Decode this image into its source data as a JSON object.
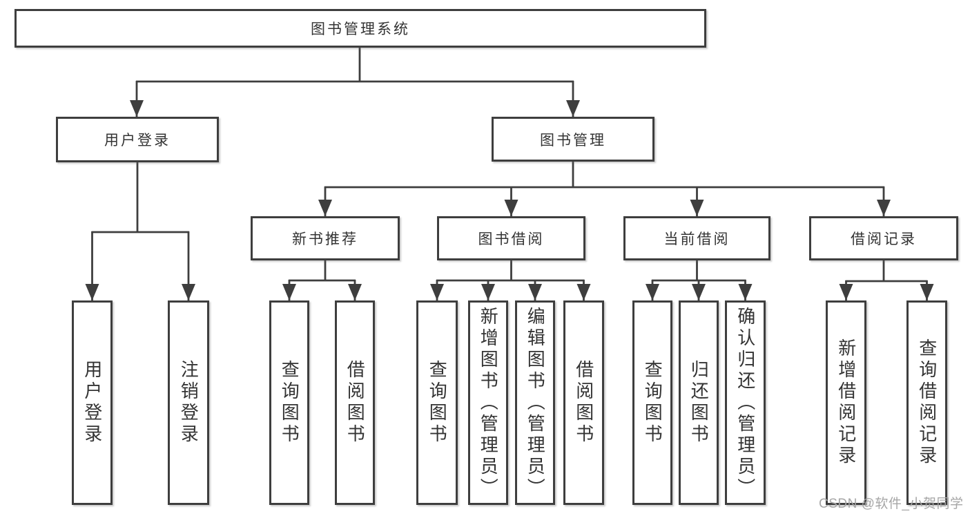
{
  "root": {
    "label": "图书管理系统"
  },
  "level2": {
    "user_login": {
      "label": "用户登录"
    },
    "book_management": {
      "label": "图书管理"
    }
  },
  "level3": {
    "new_book_recommend": {
      "label": "新书推荐"
    },
    "book_borrow": {
      "label": "图书借阅"
    },
    "current_borrow": {
      "label": "当前借阅"
    },
    "borrow_records": {
      "label": "借阅记录"
    }
  },
  "leaves": {
    "user_login": {
      "label": "用户登录"
    },
    "logout": {
      "label": "注销登录"
    },
    "recommend_query_books": {
      "label": "查询图书"
    },
    "recommend_borrow_books": {
      "label": "借阅图书"
    },
    "borrow_query_books": {
      "label": "查询图书"
    },
    "add_book_admin": {
      "label": "新增图书（管理员）"
    },
    "edit_book_admin": {
      "label": "编辑图书（管理员）"
    },
    "borrow_borrow_books": {
      "label": "借阅图书"
    },
    "current_query_books": {
      "label": "查询图书"
    },
    "return_books": {
      "label": "归还图书"
    },
    "confirm_return_admin": {
      "label": "确认归还（管理员）"
    },
    "add_borrow_record": {
      "label": "新增借阅记录"
    },
    "query_borrow_record": {
      "label": "查询借阅记录"
    }
  },
  "watermark": {
    "text": "CSDN @软件_小贺同学"
  },
  "colors": {
    "line": "#3e3e3e",
    "text": "#333333",
    "box_background": "#ffffff",
    "watermark": "#a6a6a6",
    "background": "#ffffff"
  }
}
